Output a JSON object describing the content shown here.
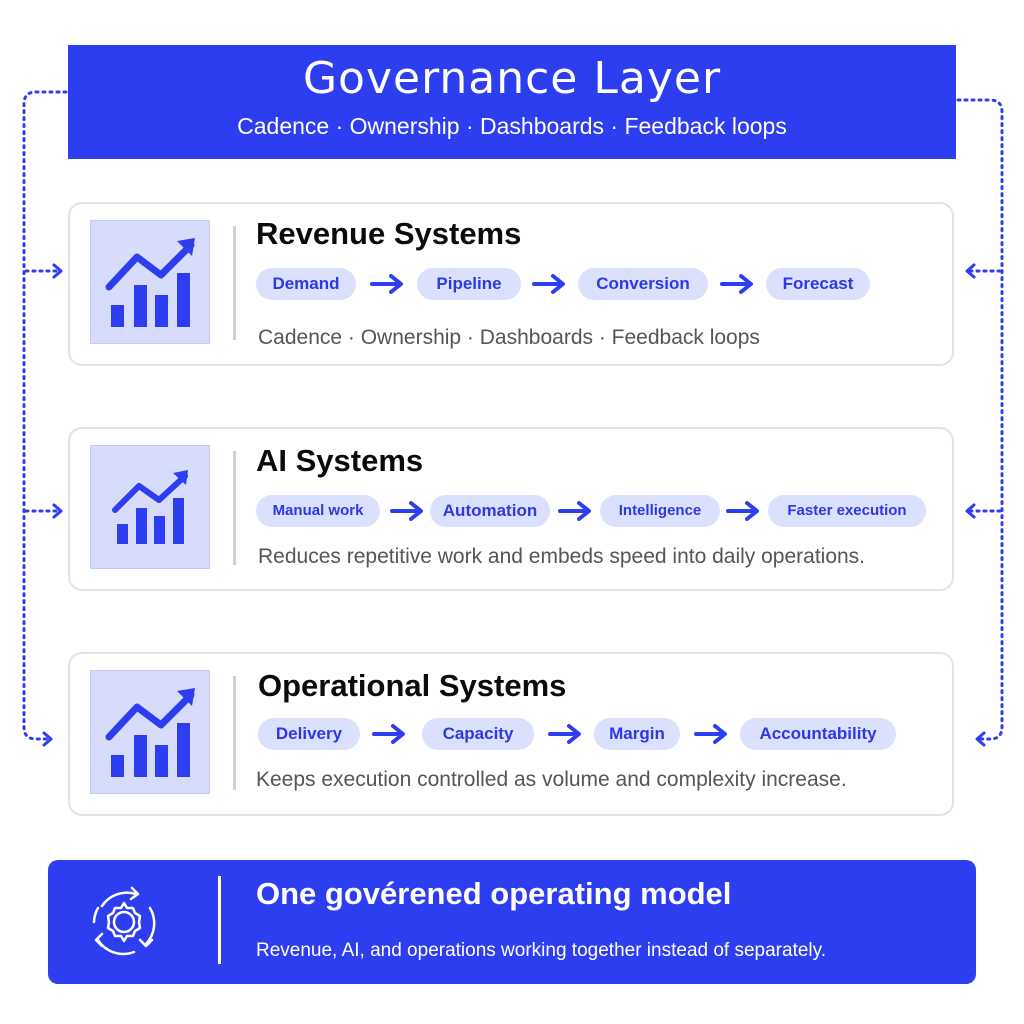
{
  "governance": {
    "title": "Governance Layer",
    "subtitle": "Cadence · Ownership · Dashboards · Feedback loops"
  },
  "systems": [
    {
      "title": "Revenue Systems",
      "steps": [
        "Demand",
        "Pipeline",
        "Conversion",
        "Forecast"
      ],
      "description": "Cadence · Ownership · Dashboards · Feedback loops",
      "icon": "growth-chart-icon"
    },
    {
      "title": "AI Systems",
      "steps": [
        "Manual work",
        "Automation",
        "Intelligence",
        "Faster execution"
      ],
      "description": "Reduces repetitive work and embeds speed into daily operations.",
      "icon": "growth-chart-icon"
    },
    {
      "title": "Operational Systems",
      "steps": [
        "Delivery",
        "Capacity",
        "Margin",
        "Accountability"
      ],
      "description": "Keeps execution controlled as volume and complexity increase.",
      "icon": "growth-chart-icon"
    }
  ],
  "footer": {
    "title": "One govérened operating model",
    "subtitle": "Revenue, AI, and operations working together instead of separately.",
    "icon": "gear-cycle-icon"
  },
  "colors": {
    "primary": "#2d3ef0",
    "pill_bg": "#dbe0fd",
    "icon_bg": "#d8dcfc"
  }
}
